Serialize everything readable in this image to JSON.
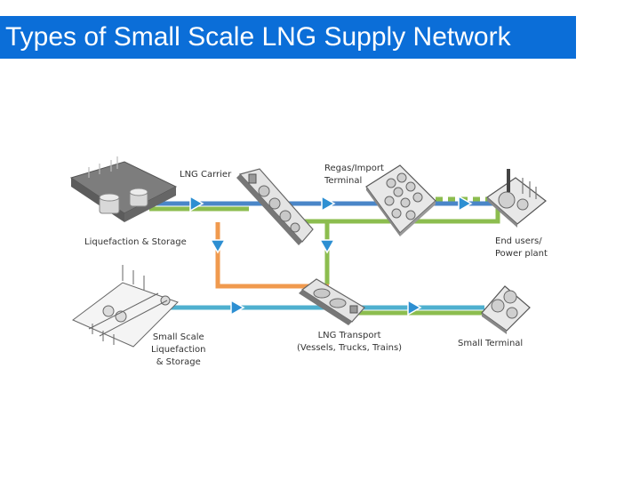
{
  "title": "Types of Small Scale LNG Supply Network",
  "labels": {
    "lng_carrier": "LNG Carrier",
    "regas_terminal": "Regas/Import\nTerminal",
    "liquefaction_storage": "Liquefaction & Storage",
    "end_users": "End users/\nPower plant",
    "small_scale_liquefaction": "Small Scale\nLiquefaction\n& Storage",
    "lng_transport": "LNG Transport\n(Vessels, Trucks, Trains)",
    "small_terminal": "Small Terminal"
  },
  "colors": {
    "title_bg": "#0b6ed8",
    "blue_line": "#4a86c8",
    "green_line": "#8cbd4f",
    "orange_line": "#f09a4e",
    "cyan_line": "#4fb0cf",
    "arrow_fill": "#2d8fd2",
    "asset_gray": "#8a8a8a"
  },
  "icons": [
    "liquefaction-plant-icon",
    "lng-carrier-ship-icon",
    "regas-terminal-icon",
    "power-plant-icon",
    "small-liquefaction-plant-icon",
    "lng-transport-vessel-icon",
    "small-terminal-icon"
  ]
}
